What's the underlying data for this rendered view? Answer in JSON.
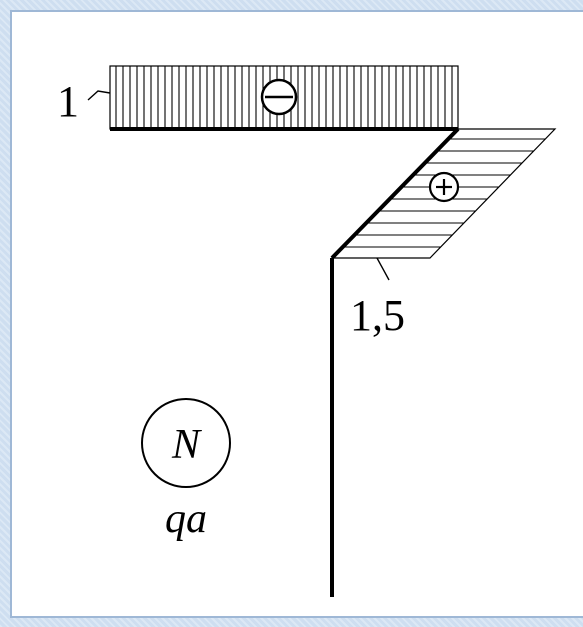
{
  "diagram": {
    "top_value_label": "1",
    "bottom_value_label": "1,5",
    "sign_negative": "minus-sign",
    "sign_positive": "plus-sign",
    "legend": {
      "symbol": "N",
      "unit": "qa"
    },
    "colors": {
      "background": "#d4e3f3",
      "panel": "#ffffff",
      "ink": "#000000"
    }
  }
}
